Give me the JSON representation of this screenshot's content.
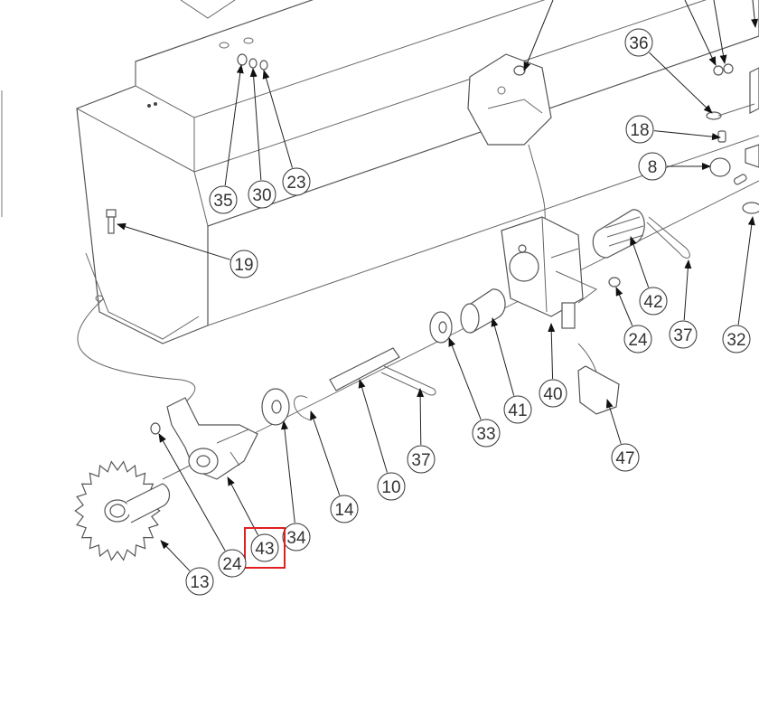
{
  "diagram": {
    "type": "exploded parts diagram",
    "highlight_color": "#e02020",
    "highlighted_callout": "43",
    "callouts": [
      "36",
      "18",
      "8",
      "35",
      "30",
      "23",
      "19",
      "42",
      "37",
      "32",
      "24",
      "40",
      "41",
      "33",
      "47",
      "37",
      "10",
      "14",
      "34",
      "43",
      "24",
      "13"
    ]
  }
}
